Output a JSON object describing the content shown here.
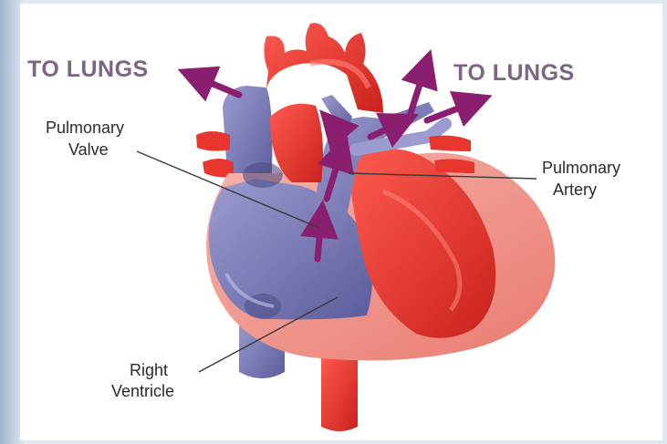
{
  "labels": {
    "to_lungs_left": "TO LUNGS",
    "to_lungs_right": "TO LUNGS",
    "pulmonary_valve_line1": "Pulmonary",
    "pulmonary_valve_line2": "Valve",
    "pulmonary_artery_line1": "Pulmonary",
    "pulmonary_artery_line2": "Artery",
    "right_ventricle_line1": "Right",
    "right_ventricle_line2": "Ventricle"
  },
  "colors": {
    "oxygenated": "#e8362e",
    "deoxygenated": "#7f7fb6",
    "outer_tissue": "#f29a92",
    "flow_arrow": "#8b1f6f",
    "label_text": "#2b2b2b",
    "lungs_text": "#7d6484"
  }
}
